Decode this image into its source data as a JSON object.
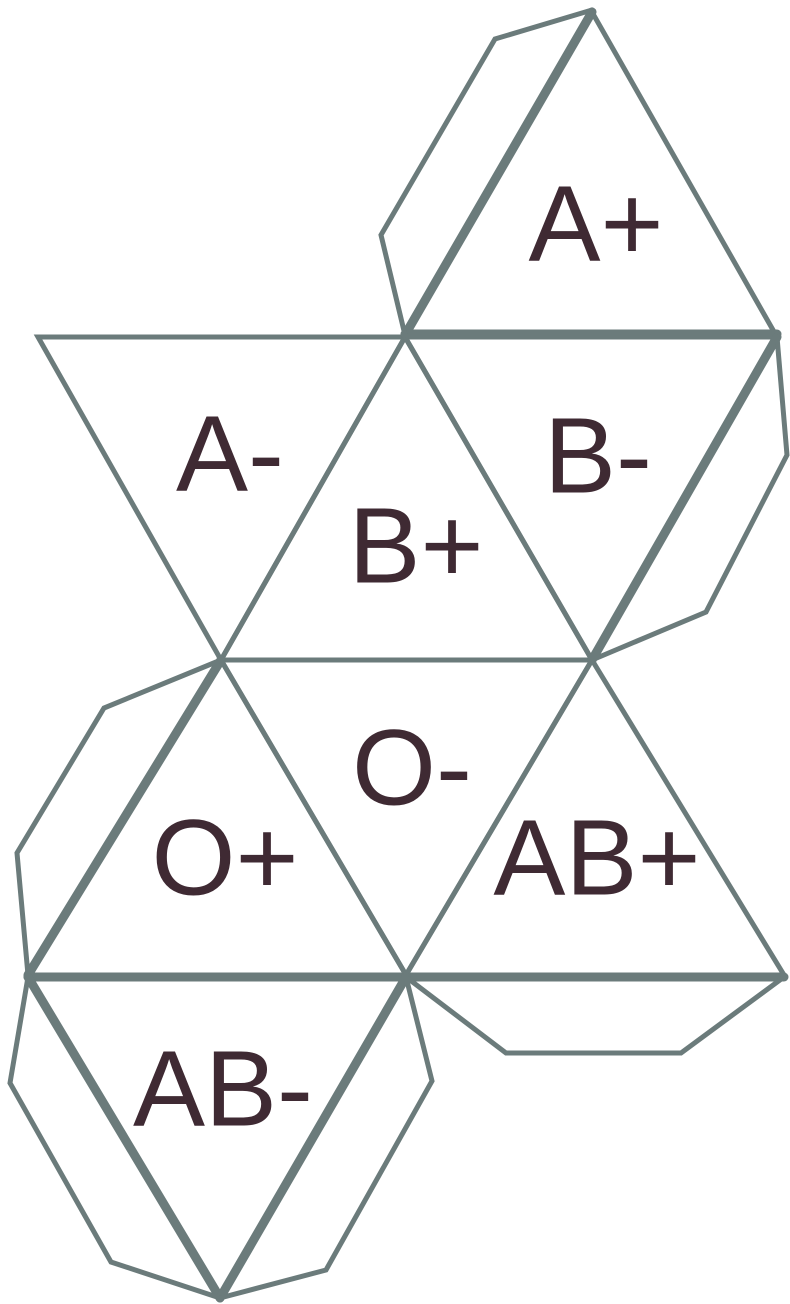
{
  "colors": {
    "stroke": "#6b7b7b",
    "text": "#3f2a33",
    "background": "#ffffff"
  },
  "faces": [
    {
      "id": "a-plus",
      "label": "A+"
    },
    {
      "id": "a-minus",
      "label": "A-"
    },
    {
      "id": "b-plus",
      "label": "B+"
    },
    {
      "id": "b-minus",
      "label": "B-"
    },
    {
      "id": "o-minus",
      "label": "O-"
    },
    {
      "id": "o-plus",
      "label": "O+"
    },
    {
      "id": "ab-plus",
      "label": "AB+"
    },
    {
      "id": "ab-minus",
      "label": "AB-"
    }
  ]
}
